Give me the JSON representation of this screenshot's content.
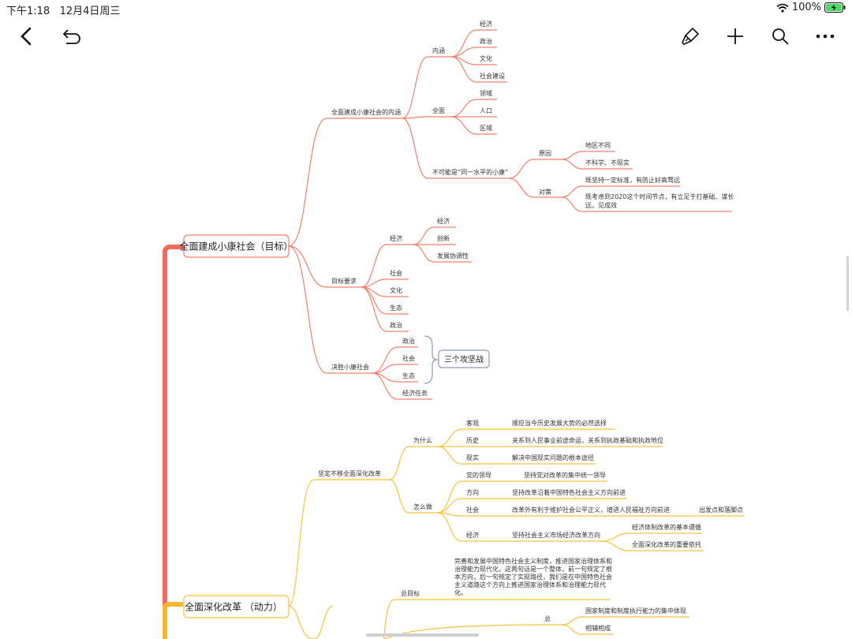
{
  "status": {
    "time": "下午1:18",
    "date": "12月4日周三",
    "battery": "100%"
  },
  "toolbar": {
    "back_icon": "chevron-left-icon",
    "undo_icon": "undo-icon",
    "style_icon": "brush-icon",
    "add_icon": "plus-icon",
    "search_icon": "search-icon",
    "more_icon": "more-icon"
  },
  "colors": {
    "spine_top": "#f26b5b",
    "spine_bottom": "#f9b52d",
    "red": "#f0806f",
    "yellow": "#f7c342",
    "bracket": "#8a9bb5"
  },
  "mindmap": {
    "topic1": {
      "label": "全面建成小康社会（目标）",
      "b1": {
        "label": "全面建成小康社会的内涵",
        "neihan": {
          "label": "内涵",
          "items": [
            "经济",
            "政治",
            "文化",
            "社会建设"
          ]
        },
        "quanmian": {
          "label": "全面",
          "items": [
            "领域",
            "人口",
            "区域"
          ]
        },
        "bukeneng": {
          "label": "不可能是“同一水平的小康”",
          "yuanyin": {
            "label": "原因",
            "items": [
              "地区不同",
              "不科学、不现实"
            ]
          },
          "duice": {
            "label": "对策",
            "item1": "既坚持一定标准，有防止好高骛远",
            "item2_line1": "既考虑到2020这个时间节点，有立足于打基础、谋长",
            "item2_line2": "远，见成效"
          }
        }
      },
      "b2": {
        "label": "目标要求",
        "jingji": {
          "label": "经济",
          "items": [
            "经济",
            "创新",
            "发展协调性"
          ]
        },
        "items": [
          "社会",
          "文化",
          "生态",
          "政治"
        ]
      },
      "b3": {
        "label": "决胜小康社会",
        "items": [
          "政治",
          "社会",
          "生态",
          "经济任务"
        ],
        "callout": "三个攻坚战"
      }
    },
    "topic2": {
      "label": "全面深化改革 （动力）",
      "b1": {
        "label": "坚定不移全面深化改革",
        "why": {
          "label": "为什么",
          "rows": [
            {
              "k": "客观",
              "v": "顺应当今历史发展大势的必然选择"
            },
            {
              "k": "历史",
              "v": "关系到人民事业前途命运，关系到执政基础和执政地位"
            },
            {
              "k": "现实",
              "v": "解决中国现实问题的根本途径"
            }
          ]
        },
        "how": {
          "label": "怎么做",
          "rows": [
            {
              "k": "党的领导",
              "v": "坚持党对改革的集中统一领导"
            },
            {
              "k": "方向",
              "v": "坚持改革沿着中国特色社会主义方向前进"
            },
            {
              "k": "社会",
              "v": "改革外有利于维护社会公平正义，增进人民福祉方向前进",
              "extra": "出发点和落脚点"
            },
            {
              "k": "经济",
              "v": "坚持社会主义市场经济改革方向",
              "subs": [
                "经济体制改革的基本遵循",
                "全面深化改革的重要依托"
              ]
            }
          ]
        }
      },
      "b2": {
        "label": "总目标",
        "para": [
          "完善和发展中国特色社会主义制度，推进国家治理体系和",
          "治理能力现代化，这两句话是一个整体，前一句规定了根",
          "本方向，后一句规定了实现路径，我们是在中国特色社会",
          "主义道路这个方向上推进国家治理体系和治理能力现代",
          "化。"
        ],
        "zong": {
          "label": "总",
          "items": [
            "国家制度和制度执行能力的集中体现",
            "相辅相成"
          ]
        }
      }
    }
  }
}
